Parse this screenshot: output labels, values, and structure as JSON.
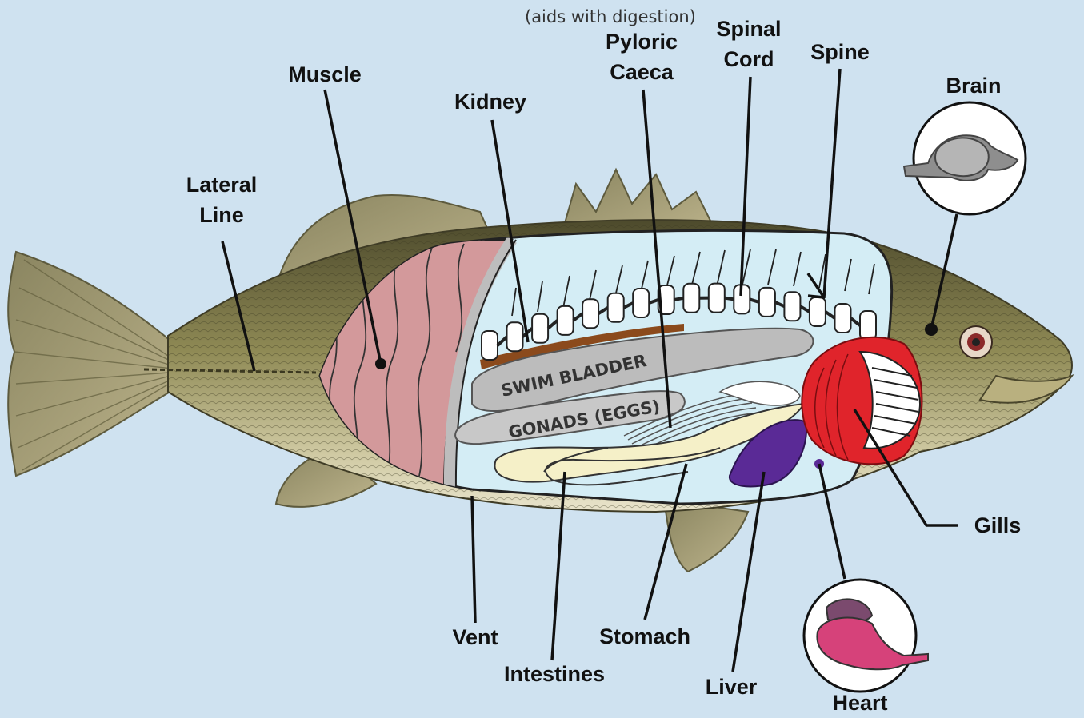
{
  "note": "(aids with digestion)",
  "labels": {
    "muscle": "Muscle",
    "lateral_line": [
      "Lateral",
      "Line"
    ],
    "kidney": "Kidney",
    "pyloric_caeca": [
      "Pyloric",
      "Caeca"
    ],
    "spinal_cord": [
      "Spinal",
      "Cord"
    ],
    "spine": "Spine",
    "brain": "Brain",
    "gills": "Gills",
    "vent": "Vent",
    "intestines": "Intestines",
    "stomach": "Stomach",
    "liver": "Liver",
    "heart": "Heart"
  },
  "organ_text": {
    "swim_bladder": "SWIM BLADDER",
    "gonads": "GONADS (EGGS)"
  },
  "colors": {
    "background": "#cfe2f0",
    "body_cavity": "#d4edf5",
    "muscle": "#d3999b",
    "gills": "#e0242b",
    "liver": "#5a2a96",
    "intestines": "#f5f0c8",
    "kidney": "#8b4a1c",
    "heart": "#d6427a"
  }
}
